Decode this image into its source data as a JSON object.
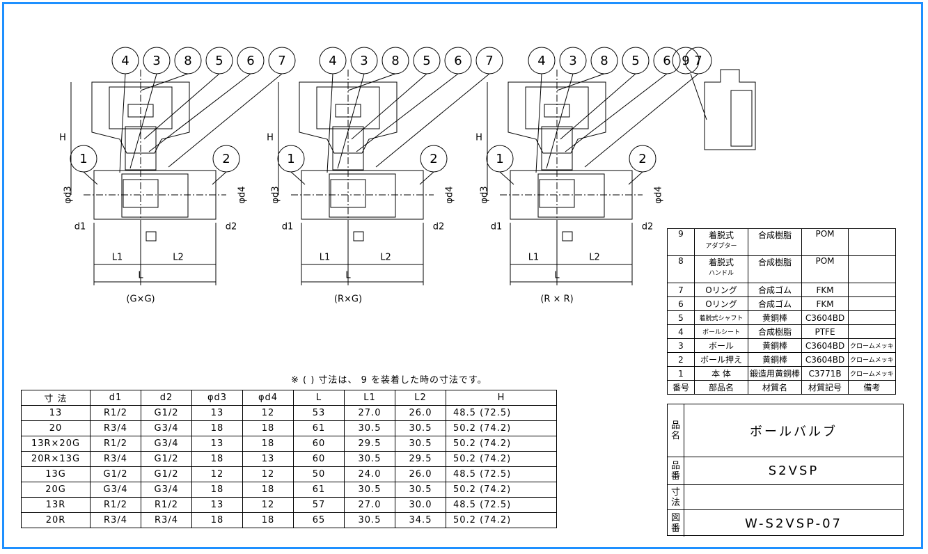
{
  "drawing": {
    "views": [
      {
        "caption": "(G×G)",
        "left_label": "φd3",
        "right_label": "φd4",
        "d_left": "d1",
        "d_right": "d2"
      },
      {
        "caption": "(R×G)",
        "left_label": "φd3",
        "right_label": "φd4",
        "d_left": "d1",
        "d_right": "d2"
      },
      {
        "caption": "(R × R)",
        "left_label": "φd3",
        "right_label": "φd4",
        "d_left": "d1",
        "d_right": "d2"
      }
    ],
    "balloons_top": [
      "4",
      "3",
      "8",
      "5",
      "6",
      "7"
    ],
    "balloons_side": [
      "1",
      "2"
    ],
    "balloon_adapter": "9",
    "dim_L1": "L1",
    "dim_L2": "L2",
    "dim_L": "L",
    "dim_H": "H"
  },
  "note": "※ ( ) 寸法は、 9 を装着した時の寸法です。",
  "dims_table": {
    "headers": [
      "寸 法",
      "d1",
      "d2",
      "φd3",
      "φd4",
      "L",
      "L1",
      "L2",
      "H"
    ],
    "rows": [
      [
        "13",
        "R1/2",
        "G1/2",
        "13",
        "12",
        "53",
        "27.0",
        "26.0",
        "48.5 (72.5)"
      ],
      [
        "20",
        "R3/4",
        "G3/4",
        "18",
        "18",
        "61",
        "30.5",
        "30.5",
        "50.2 (74.2)"
      ],
      [
        "13R×20G",
        "R1/2",
        "G3/4",
        "13",
        "18",
        "60",
        "29.5",
        "30.5",
        "50.2 (74.2)"
      ],
      [
        "20R×13G",
        "R3/4",
        "G1/2",
        "18",
        "13",
        "60",
        "30.5",
        "29.5",
        "50.2 (74.2)"
      ],
      [
        "13G",
        "G1/2",
        "G1/2",
        "12",
        "12",
        "50",
        "24.0",
        "26.0",
        "48.5 (72.5)"
      ],
      [
        "20G",
        "G3/4",
        "G3/4",
        "18",
        "18",
        "61",
        "30.5",
        "30.5",
        "50.2 (74.2)"
      ],
      [
        "13R",
        "R1/2",
        "R1/2",
        "13",
        "12",
        "57",
        "27.0",
        "30.0",
        "48.5 (72.5)"
      ],
      [
        "20R",
        "R3/4",
        "R3/4",
        "18",
        "18",
        "65",
        "30.5",
        "34.5",
        "50.2 (74.2)"
      ]
    ]
  },
  "parts_table": {
    "headers": [
      "番号",
      "部品名",
      "材質名",
      "材質記号",
      "備考"
    ],
    "rows": [
      {
        "no": "9",
        "name": "着脱式",
        "name2": "アダプター",
        "material": "合成樹脂",
        "code": "POM",
        "note": ""
      },
      {
        "no": "8",
        "name": "着脱式",
        "name2": "ハンドル",
        "material": "合成樹脂",
        "code": "POM",
        "note": ""
      },
      {
        "no": "7",
        "name": "Oリング",
        "name2": "",
        "material": "合成ゴム",
        "code": "FKM",
        "note": ""
      },
      {
        "no": "6",
        "name": "Oリング",
        "name2": "",
        "material": "合成ゴム",
        "code": "FKM",
        "note": ""
      },
      {
        "no": "5",
        "name": "着脱式シャフト",
        "name2": "",
        "material": "黄銅棒",
        "code": "C3604BD",
        "note": ""
      },
      {
        "no": "4",
        "name": "ボールシート",
        "name2": "",
        "material": "合成樹脂",
        "code": "PTFE",
        "note": ""
      },
      {
        "no": "3",
        "name": "ボール",
        "name2": "",
        "material": "黄銅棒",
        "code": "C3604BD",
        "note": "クロームメッキ"
      },
      {
        "no": "2",
        "name": "ボール押え",
        "name2": "",
        "material": "黄銅棒",
        "code": "C3604BD",
        "note": "クロームメッキ"
      },
      {
        "no": "1",
        "name": "本 体",
        "name2": "",
        "material": "鍛造用黄銅棒",
        "code": "C3771B",
        "note": "クロームメッキ"
      }
    ]
  },
  "title_block": {
    "name_label": [
      "品",
      "名"
    ],
    "name_value": "ボールバルブ",
    "part_no_label": [
      "品",
      "番"
    ],
    "part_no_value": "S2VSP",
    "size_label": [
      "寸",
      "法"
    ],
    "size_value": "",
    "drawing_no_label": [
      "図",
      "番"
    ],
    "drawing_no_value": "W-S2VSP-07"
  },
  "colors": {
    "border": "#1e90ff",
    "ink": "#000000"
  }
}
